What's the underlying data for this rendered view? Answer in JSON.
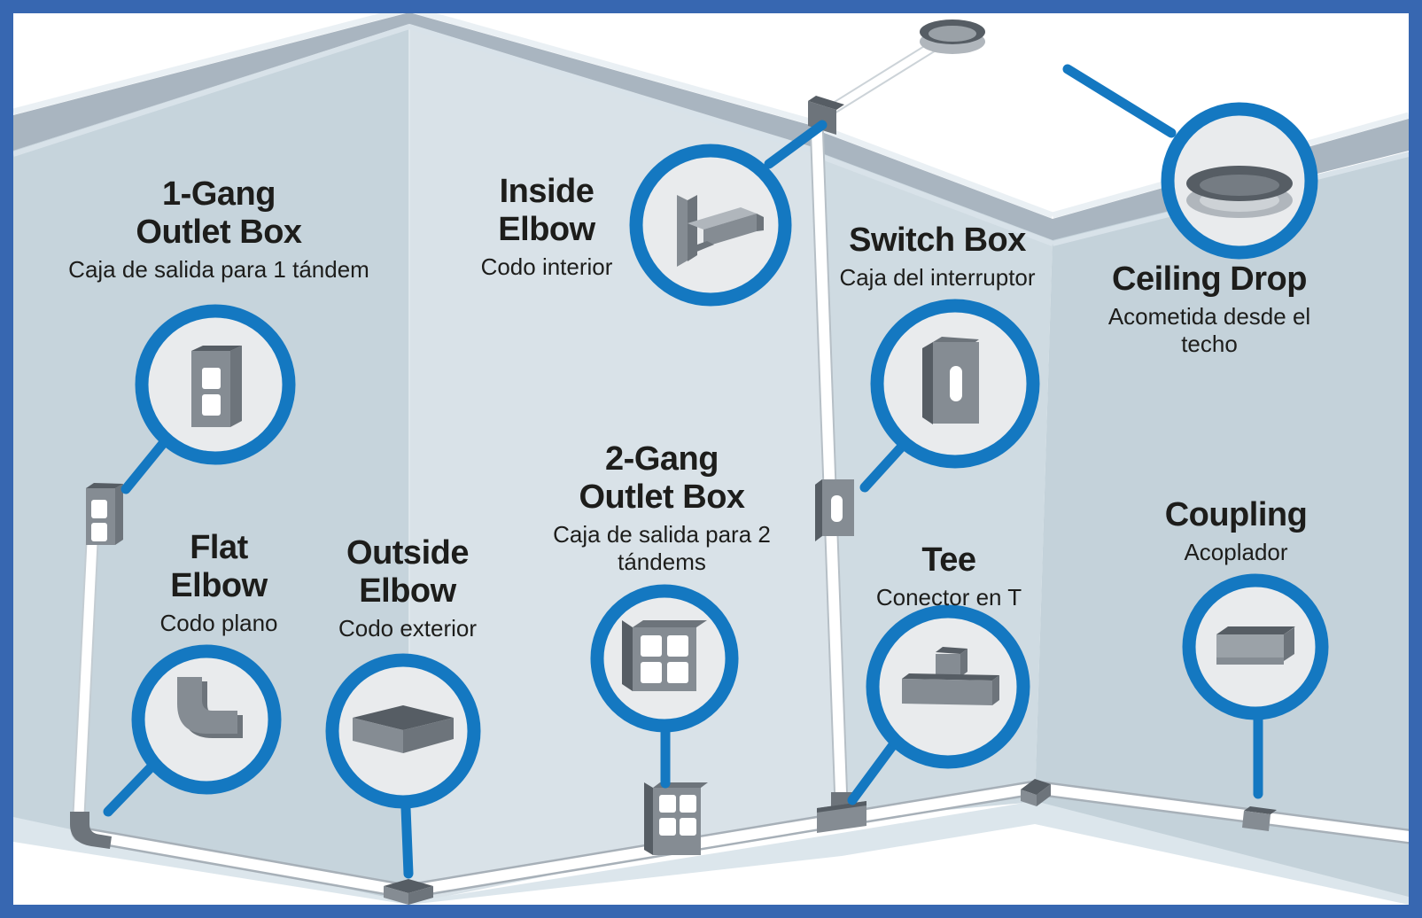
{
  "palette": {
    "frame_blue": "#3767b1",
    "accent_blue": "#1478c1",
    "wall_left": "#c6d4dc",
    "wall_center": "#d9e2e8",
    "wall_right": "#cfdbe2",
    "wall_far_right": "#c4d2da",
    "trim_gray": "#a9b5c0",
    "trim_highlight": "#eaf0f4",
    "floor_strip": "#dce6ec",
    "circle_fill": "#e9ebed",
    "metal_dark": "#565d64",
    "metal_side": "#6d747b",
    "metal_mid": "#858c93",
    "metal_light": "#b0b6bc",
    "conduit_white": "#ffffff",
    "text_color": "#1d1d1b"
  },
  "items": [
    {
      "id": "one-gang-outlet-box",
      "title_l1": "1-Gang",
      "title_l2": "Outlet Box",
      "subtitle": "Caja de salida para 1 tándem",
      "icon": "one-gang-outlet-box-icon"
    },
    {
      "id": "inside-elbow",
      "title_l1": "Inside",
      "title_l2": "Elbow",
      "subtitle": "Codo interior",
      "icon": "inside-elbow-icon"
    },
    {
      "id": "switch-box",
      "title_l1": "Switch Box",
      "subtitle": "Caja del interruptor",
      "icon": "switch-box-icon"
    },
    {
      "id": "ceiling-drop",
      "title_l1": "Ceiling Drop",
      "subtitle": "Acometida desde el techo",
      "icon": "ceiling-drop-icon"
    },
    {
      "id": "two-gang-outlet-box",
      "title_l1": "2-Gang",
      "title_l2": "Outlet Box",
      "subtitle": "Caja de salida para 2 tándems",
      "icon": "two-gang-outlet-box-icon"
    },
    {
      "id": "flat-elbow",
      "title_l1": "Flat",
      "title_l2": "Elbow",
      "subtitle": "Codo plano",
      "icon": "flat-elbow-icon"
    },
    {
      "id": "outside-elbow",
      "title_l1": "Outside",
      "title_l2": "Elbow",
      "subtitle": "Codo exterior",
      "icon": "outside-elbow-icon"
    },
    {
      "id": "tee",
      "title_l1": "Tee",
      "subtitle": "Conector en T",
      "icon": "tee-icon"
    },
    {
      "id": "coupling",
      "title_l1": "Coupling",
      "subtitle": "Acoplador",
      "icon": "coupling-icon"
    }
  ]
}
